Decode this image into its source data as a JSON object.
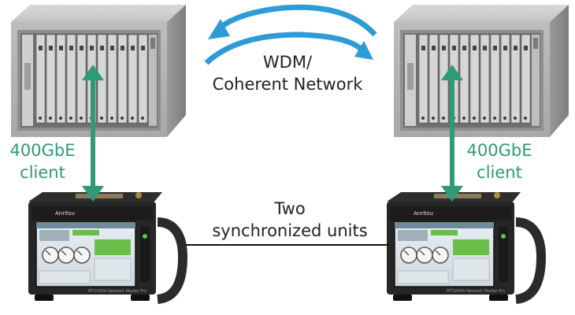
{
  "network_label": {
    "line1": "WDM/",
    "line2": "Coherent Network"
  },
  "client_left": {
    "line1": "400GbE",
    "line2": "client"
  },
  "client_right": {
    "line1": "400GbE",
    "line2": "client"
  },
  "sync_label": {
    "line1": "Two",
    "line2": "synchronized units"
  },
  "device_brand": "Anritsu",
  "device_model": "MT1040A  Network Master Pro",
  "colors": {
    "client_arrow": "#2e9a78",
    "client_text": "#2e9a78",
    "network_arrow": "#2f9bd6",
    "text": "#222222"
  }
}
